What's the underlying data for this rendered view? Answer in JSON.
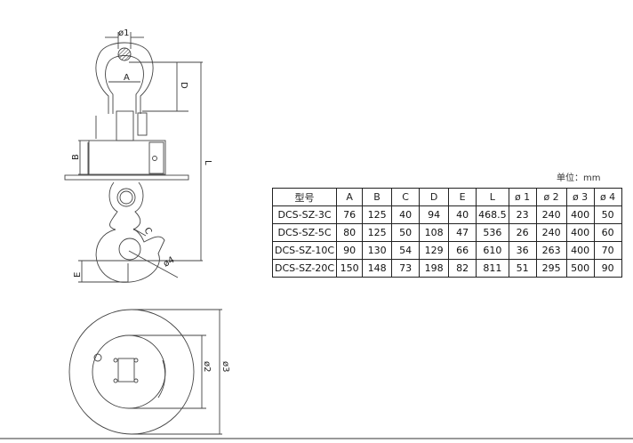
{
  "drawing": {
    "labels": {
      "phi1": "ø1",
      "A": "A",
      "D": "D",
      "L": "L",
      "B": "B",
      "C": "C",
      "phi4": "ø4",
      "E": "E",
      "phi2": "ø2",
      "phi3": "ø3"
    }
  },
  "unit_label": "单位：mm",
  "table": {
    "headers": [
      "型号",
      "A",
      "B",
      "C",
      "D",
      "E",
      "L",
      "ø 1",
      "ø 2",
      "ø 3",
      "ø 4"
    ],
    "rows": [
      [
        "DCS-SZ-3C",
        "76",
        "125",
        "40",
        "94",
        "40",
        "468.5",
        "23",
        "240",
        "400",
        "50"
      ],
      [
        "DCS-SZ-5C",
        "80",
        "125",
        "50",
        "108",
        "47",
        "536",
        "26",
        "240",
        "400",
        "60"
      ],
      [
        "DCS-SZ-10C",
        "90",
        "130",
        "54",
        "129",
        "66",
        "610",
        "36",
        "263",
        "400",
        "70"
      ],
      [
        "DCS-SZ-20C",
        "150",
        "148",
        "73",
        "198",
        "82",
        "811",
        "51",
        "295",
        "500",
        "90"
      ]
    ]
  }
}
